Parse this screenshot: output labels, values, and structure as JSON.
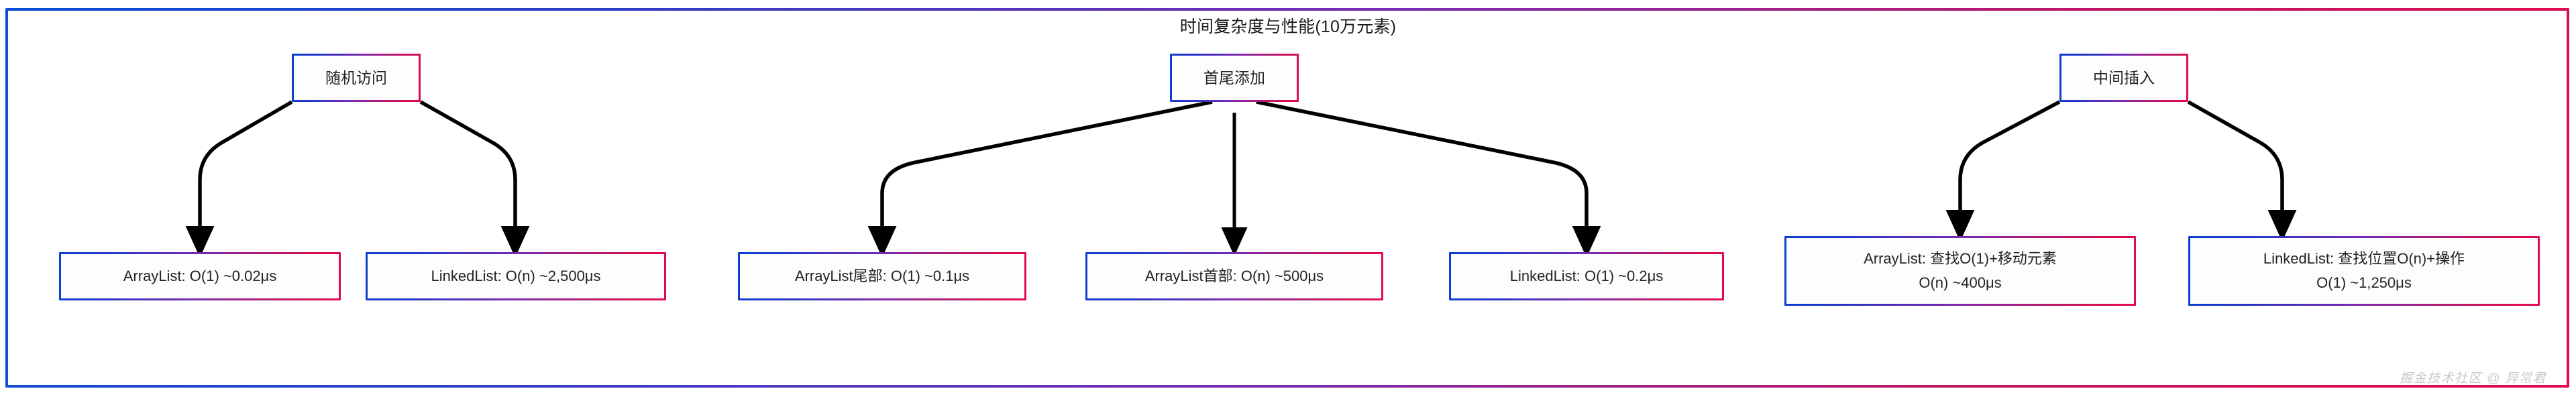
{
  "diagram": {
    "title": "时间复杂度与性能(10万元素)",
    "watermark": "掘金技术社区 @ 异常君",
    "colors": {
      "border_gradient_start": "#0b4fd6",
      "border_gradient_end": "#e30a4f",
      "connector": "#000000",
      "text": "#232323",
      "background": "#ffffff",
      "watermark": "#c9c9c9"
    }
  },
  "groups": [
    {
      "id": "random-access",
      "label": "随机访问",
      "children": [
        {
          "id": "ra-arraylist",
          "lines": [
            "ArrayList: O(1) ~0.02μs"
          ]
        },
        {
          "id": "ra-linkedlist",
          "lines": [
            "LinkedList: O(n) ~2,500μs"
          ]
        }
      ]
    },
    {
      "id": "head-tail-add",
      "label": "首尾添加",
      "children": [
        {
          "id": "ht-arraylist-tail",
          "lines": [
            "ArrayList尾部: O(1) ~0.1μs"
          ]
        },
        {
          "id": "ht-arraylist-head",
          "lines": [
            "ArrayList首部: O(n) ~500μs"
          ]
        },
        {
          "id": "ht-linkedlist",
          "lines": [
            "LinkedList: O(1) ~0.2μs"
          ]
        }
      ]
    },
    {
      "id": "middle-insert",
      "label": "中间插入",
      "children": [
        {
          "id": "mi-arraylist",
          "lines": [
            "ArrayList: 查找O(1)+移动元素",
            "O(n) ~400μs"
          ]
        },
        {
          "id": "mi-linkedlist",
          "lines": [
            "LinkedList: 查找位置O(n)+操作",
            "O(1) ~1,250μs"
          ]
        }
      ]
    }
  ]
}
